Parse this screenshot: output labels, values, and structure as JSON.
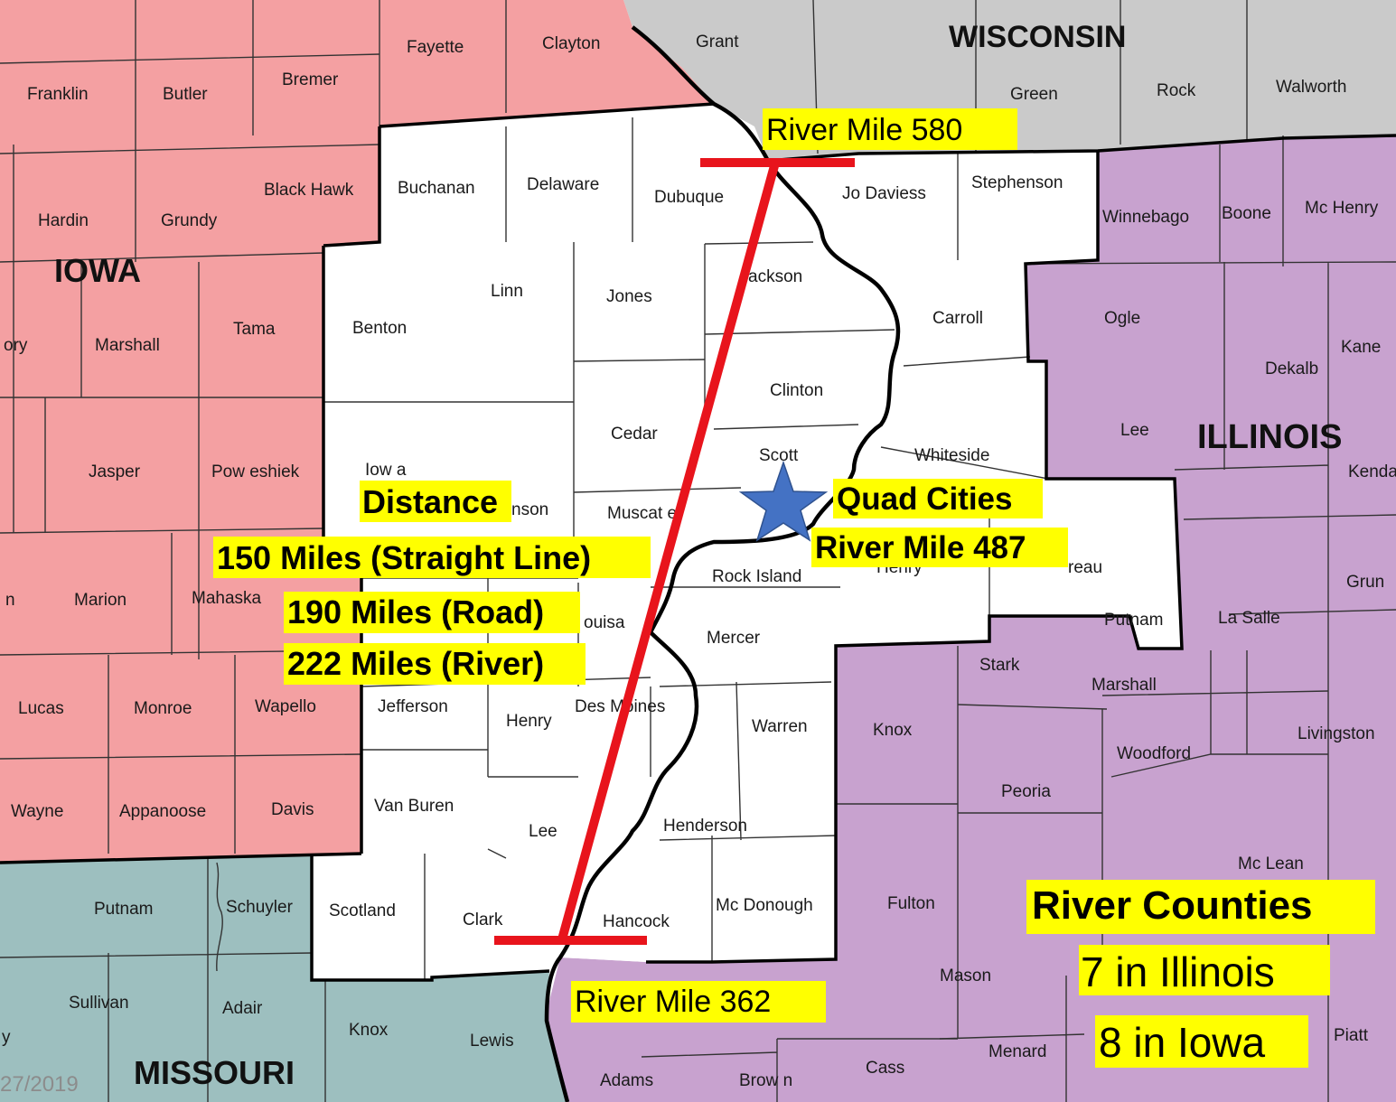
{
  "colors": {
    "iowa_other": "#f4a0a2",
    "missouri": "#9dbfbf",
    "illinois_other": "#c8a2cf",
    "wisconsin": "#cacaca",
    "river_counties": "#ffffff",
    "measure_line": "#e8141c",
    "callout_bg": "#ffff00",
    "star": "#4472c4"
  },
  "states": {
    "iowa": "IOWA",
    "illinois": "ILLINOIS",
    "wisconsin": "WISCONSIN",
    "missouri": "MISSOURI"
  },
  "counties": {
    "fayette": "Fayette",
    "clayton": "Clayton",
    "grant": "Grant",
    "green": "Green",
    "rock": "Rock",
    "walworth": "Walworth",
    "franklin": "Franklin",
    "butler": "Butler",
    "bremer": "Bremer",
    "black_hawk": "Black Hawk",
    "buchanan": "Buchanan",
    "delaware": "Delaware",
    "dubuque": "Dubuque",
    "jo_daviess": "Jo Daviess",
    "stephenson": "Stephenson",
    "winnebago": "Winnebago",
    "boone": "Boone",
    "mchenry": "Mc Henry",
    "hardin": "Hardin",
    "grundy": "Grundy",
    "linn": "Linn",
    "jones": "Jones",
    "jackson": "ackson",
    "benton": "Benton",
    "tama": "Tama",
    "story": "ory",
    "marshall_ia": "Marshall",
    "carroll": "Carroll",
    "ogle": "Ogle",
    "kane": "Kane",
    "dekalb": "Dekalb",
    "clinton": "Clinton",
    "cedar": "Cedar",
    "scott": "Scott",
    "whiteside": "Whiteside",
    "lee_il": "Lee",
    "jasper": "Jasper",
    "poweshiek": "Pow eshiek",
    "iowa_county": "Iow a",
    "johnson": "nson",
    "muscatine": "Muscat  e",
    "kendall": "Kenda",
    "rock_island": "Rock Island",
    "henry_il": "Henry",
    "bureau": "reau",
    "putnam_il": "Putnam",
    "la_salle": "La Salle",
    "grundy_il": "Grun",
    "marion": "Marion",
    "mahaska": "Mahaska",
    "louisa": "ouisa",
    "mercer": "Mercer",
    "stark": "Stark",
    "marshall_il": "Marshall",
    "lucas": "Lucas",
    "monroe": "Monroe",
    "wapello": "Wapello",
    "jefferson": "Jefferson",
    "henry_ia": "Henry",
    "des_moines": "Des Moines",
    "warren": "Warren",
    "knox_il": "Knox",
    "woodford": "Woodford",
    "livingston": "Livingston",
    "wayne": "Wayne",
    "appanoose": "Appanoose",
    "davis": "Davis",
    "van_buren": "Van Buren",
    "lee_ia": "Lee",
    "henderson": "Henderson",
    "peoria": "Peoria",
    "putnam_mo": "Putnam",
    "schuyler": "Schuyler",
    "scotland": "Scotland",
    "clark": "Clark",
    "hancock": "Hancock",
    "mcdonough": "Mc Donough",
    "fulton": "Fulton",
    "mclean": "Mc Lean",
    "sullivan": "Sullivan",
    "adair": "Adair",
    "knox_mo": "Knox",
    "lewis": "Lewis",
    "mason": "Mason",
    "menard": "Menard",
    "piatt": "Piatt",
    "cass": "Cass",
    "adams": "Adams",
    "brown": "Brow n",
    "n_stub": "n",
    "y_stub": "y"
  },
  "callouts": {
    "rm580": "River Mile 580",
    "rm362": "River Mile 362",
    "quad_cities": "Quad Cities",
    "rm487": "River Mile 487",
    "distance_title": "Distance",
    "straight": "150 Miles (Straight Line)",
    "road": "190 Miles (Road)",
    "river": "222 Miles (River)",
    "river_counties_title": "River Counties",
    "illinois_count": "7 in Illinois",
    "iowa_count": "8 in Iowa"
  },
  "footer": {
    "date_fragment": "27/2019"
  }
}
